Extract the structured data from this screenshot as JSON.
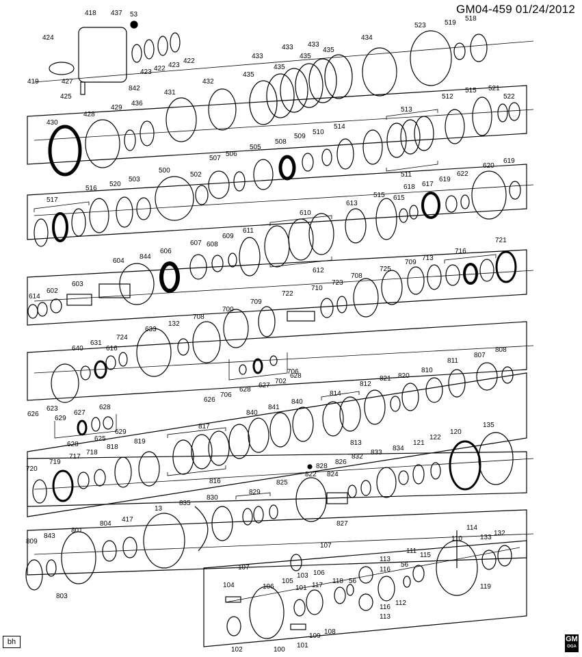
{
  "header": {
    "diagram_id": "GM04-459",
    "date": "01/24/2012"
  },
  "footer": {
    "initials": "bh",
    "logo_text": "GM",
    "logo_subtext": "OGA"
  },
  "labels": {
    "418": "418",
    "437": "437",
    "53": "53",
    "424": "424",
    "419": "419",
    "427": "427",
    "425": "425",
    "423": "423",
    "422": "422",
    "842": "842",
    "433": "433",
    "434": "434",
    "435": "435",
    "432": "432",
    "431": "431",
    "436": "436",
    "429": "429",
    "428": "428",
    "430": "430",
    "523": "523",
    "519": "519",
    "518": "518",
    "515": "515",
    "521": "521",
    "522": "522",
    "512": "512",
    "513": "513",
    "514": "514",
    "510": "510",
    "509": "509",
    "508": "508",
    "505": "505",
    "506": "506",
    "507": "507",
    "502": "502",
    "500": "500",
    "503": "503",
    "520": "520",
    "516": "516",
    "517": "517",
    "511": "511",
    "620": "620",
    "619": "619",
    "622": "622",
    "617": "617",
    "618": "618",
    "615": "615",
    "613": "613",
    "610": "610",
    "611": "611",
    "612": "612",
    "609": "609",
    "608": "608",
    "607": "607",
    "606": "606",
    "844": "844",
    "604": "604",
    "603": "603",
    "602": "602",
    "614": "614",
    "721": "721",
    "716": "716",
    "713": "713",
    "709": "709",
    "725": "725",
    "708": "708",
    "723": "723",
    "710": "710",
    "722": "722",
    "700": "700",
    "132": "132",
    "633": "633",
    "724": "724",
    "631": "631",
    "616": "616",
    "640": "640",
    "626": "626",
    "623": "623",
    "627": "627",
    "628": "628",
    "629": "629",
    "625": "625",
    "706": "706",
    "702": "702",
    "808": "808",
    "807": "807",
    "811": "811",
    "810": "810",
    "820": "820",
    "821": "821",
    "812": "812",
    "814": "814",
    "813": "813",
    "840": "840",
    "841": "841",
    "817": "817",
    "816": "816",
    "819": "819",
    "818": "818",
    "718": "718",
    "717": "717",
    "719": "719",
    "720": "720",
    "135": "135",
    "120": "120",
    "122": "122",
    "121": "121",
    "834": "834",
    "833": "833",
    "832": "832",
    "826": "826",
    "828": "828",
    "824": "824",
    "822": "822",
    "825": "825",
    "829": "829",
    "830": "830",
    "835": "835",
    "13": "13",
    "417": "417",
    "804": "804",
    "801": "801",
    "843": "843",
    "809": "809",
    "803": "803",
    "827": "827",
    "114": "114",
    "110": "110",
    "133": "133",
    "111": "111",
    "115": "115",
    "119": "119",
    "113": "113",
    "116": "116",
    "112": "112",
    "56": "56",
    "107": "107",
    "106": "106",
    "103": "103",
    "105": "105",
    "104": "104",
    "101": "101",
    "117": "117",
    "118": "118",
    "108": "108",
    "109": "109",
    "102": "102",
    "100": "100"
  }
}
